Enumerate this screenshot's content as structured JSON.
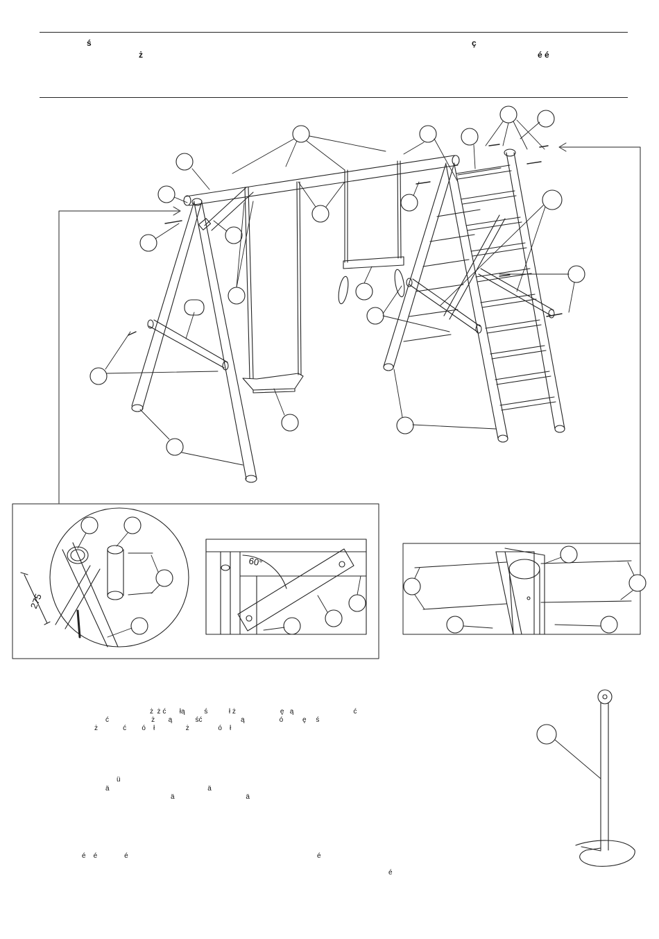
{
  "header": {
    "glyphs": [
      "ś",
      "ż",
      "ç",
      "é é"
    ]
  },
  "detail": {
    "dimension_275": "275",
    "angle_60": "60°"
  },
  "body_text": {
    "para1_line1": "ż  ż ć       łą          ś           ł ż                       ę   ą                               ć",
    "para1_line2": "ć                      ż       ą            ść                    ą                  ó          ę     ś",
    "para1_line3": "ż             ć        ó    ł                ż               ó    ł",
    "para2_line1": "ü",
    "para2_line2": "ä                                                   ä",
    "para2_line3": "ä                                     ä",
    "para3_line1": "é    é              é                                                                                                  é",
    "para3_line2": "é"
  }
}
